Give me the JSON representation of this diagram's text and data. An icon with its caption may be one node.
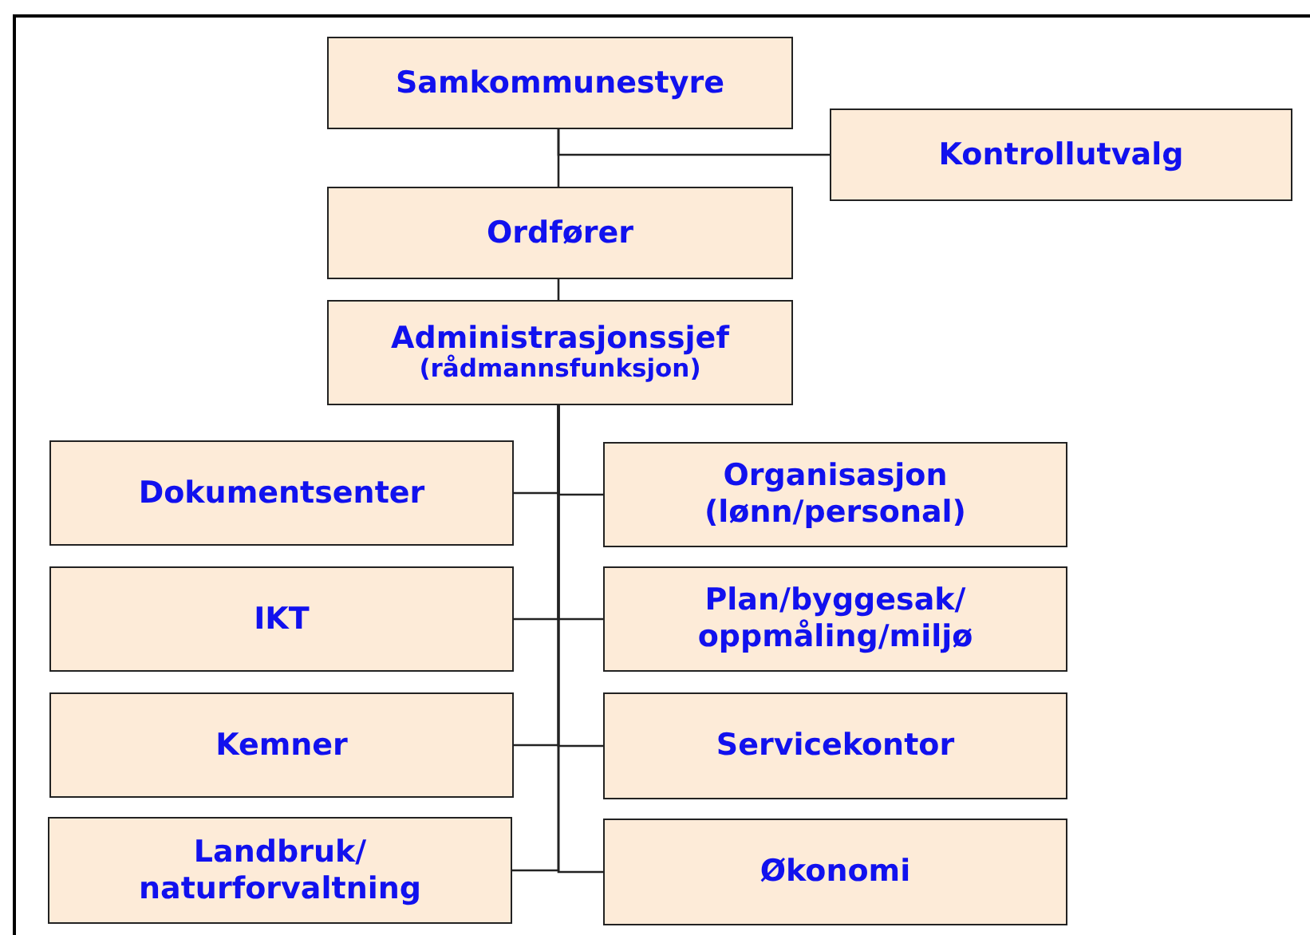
{
  "diagram": {
    "nodes": [
      {
        "text": [
          "Samkommunestyre"
        ]
      },
      {
        "text": [
          "Kontrollutvalg"
        ]
      },
      {
        "text": [
          "Ordfører"
        ]
      },
      {
        "text": [
          "Administrasjonssjef",
          "(rådmannsfunksjon)"
        ]
      },
      {
        "text": [
          "Dokumentsenter"
        ]
      },
      {
        "text": [
          "Organisasjon (lønn/personal)"
        ]
      },
      {
        "text": [
          "IKT"
        ]
      },
      {
        "text": [
          "Plan/byggesak/ oppmåling/miljø"
        ]
      },
      {
        "text": [
          "Kemner"
        ]
      },
      {
        "text": [
          "Servicekontor"
        ]
      },
      {
        "text": [
          "Landbruk/ naturforvaltning"
        ]
      },
      {
        "text": [
          "Økonomi"
        ]
      }
    ],
    "edges": [
      {
        "from": 0,
        "to": 1,
        "arrow": "none"
      },
      {
        "from": 0,
        "to": 2,
        "arrow": "none"
      },
      {
        "from": 2,
        "to": 3,
        "arrow": "none"
      },
      {
        "from": 3,
        "to": 4,
        "arrow": "none"
      },
      {
        "from": 3,
        "to": 5,
        "arrow": "none"
      },
      {
        "from": 3,
        "to": 6,
        "arrow": "none"
      },
      {
        "from": 3,
        "to": 7,
        "arrow": "none"
      },
      {
        "from": 3,
        "to": 8,
        "arrow": "none"
      },
      {
        "from": 3,
        "to": 9,
        "arrow": "none"
      },
      {
        "from": 3,
        "to": 10,
        "arrow": "none"
      },
      {
        "from": 3,
        "to": 11,
        "arrow": "none"
      }
    ]
  }
}
